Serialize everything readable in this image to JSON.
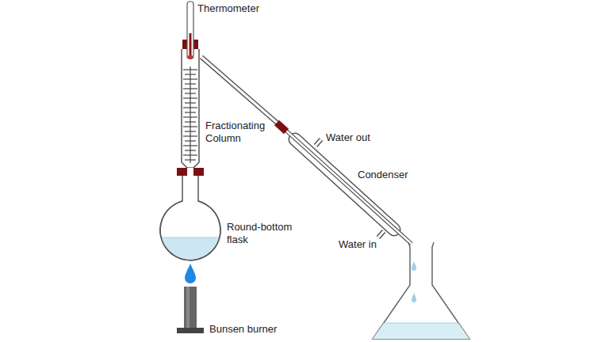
{
  "diagram": {
    "labels": [
      "Thermometer",
      "Fractionating Column",
      "Round-bottom flask",
      "Water out",
      "Condenser",
      "Water in",
      "Bunsen burner"
    ]
  }
}
